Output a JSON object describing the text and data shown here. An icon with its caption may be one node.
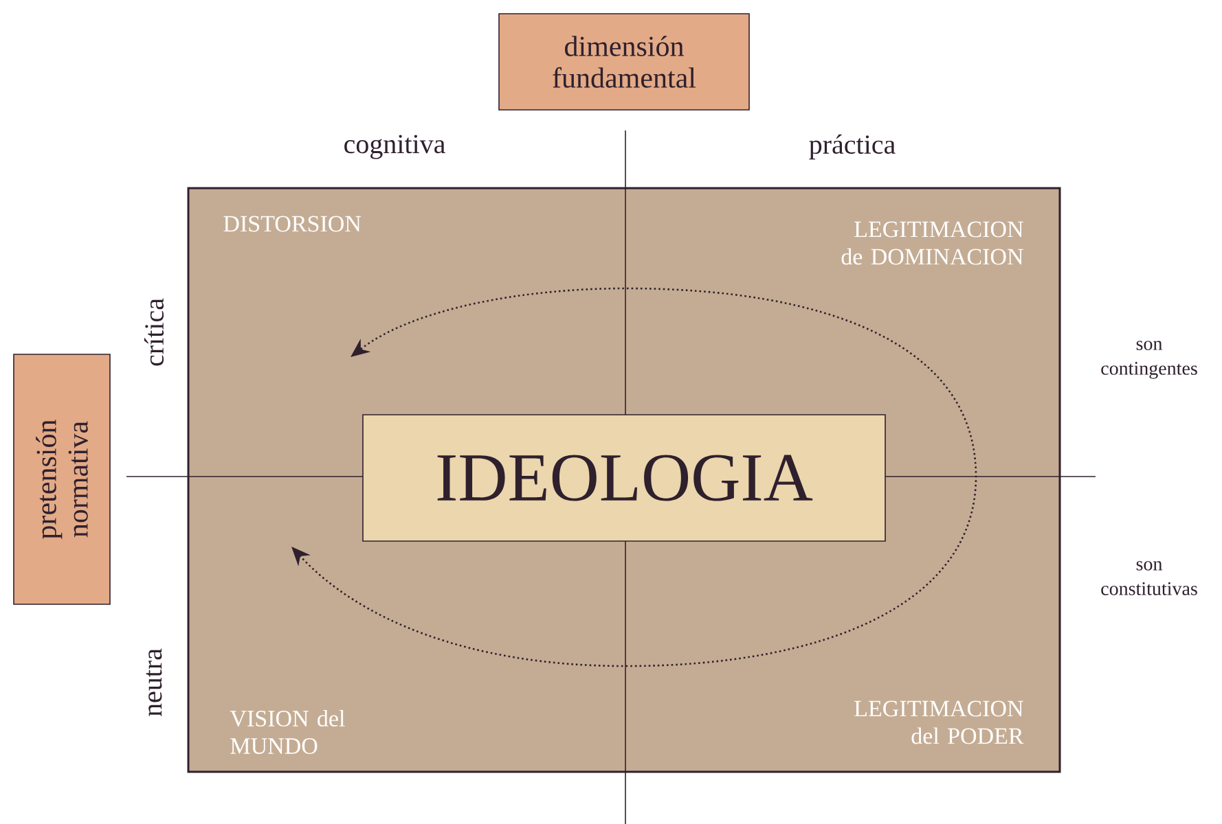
{
  "diagram": {
    "nodes": [
      {
        "text": [
          "dimensión fundamental"
        ]
      },
      {
        "text": [
          "pretensión normativa"
        ]
      },
      {
        "text": [
          "DISTORSION",
          "LEGITIMACION de DOMINACION",
          "VISION del MUNDO",
          "LEGITIMACION del PODER"
        ]
      },
      {
        "text": [
          "IDEOLOGIA"
        ],
        "in": 2
      }
    ],
    "edges": [],
    "labels": [
      "cognitiva",
      "práctica",
      "crítica",
      "son contingentes",
      "son constitutivas",
      "neutra"
    ]
  }
}
